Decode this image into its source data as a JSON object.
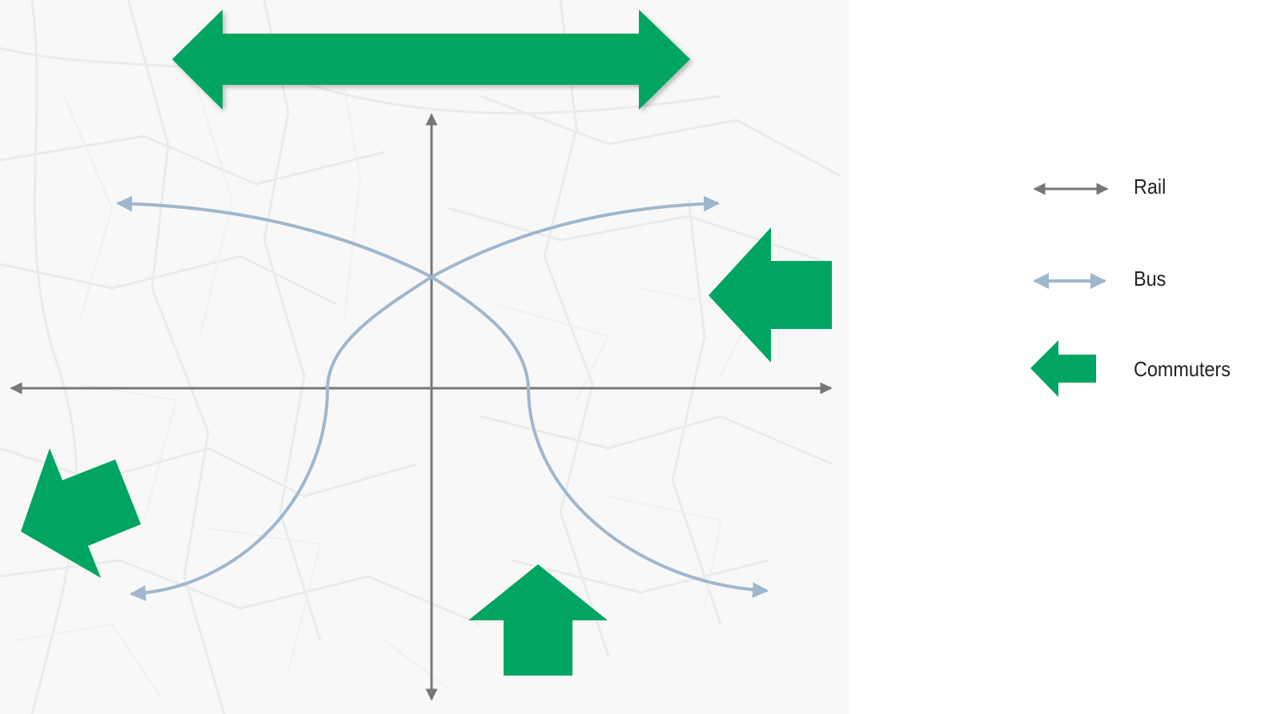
{
  "legend": {
    "rail_label": "Rail",
    "bus_label": "Bus",
    "commuters_label": "Commuters"
  },
  "colors": {
    "rail": "#777777",
    "bus": "#9fb7cd",
    "commuters": "#00a561",
    "map_streets": "#eaeaea",
    "background": "#f7f7f7"
  },
  "icons": [
    "double-arrow-icon",
    "block-arrow-icon"
  ]
}
